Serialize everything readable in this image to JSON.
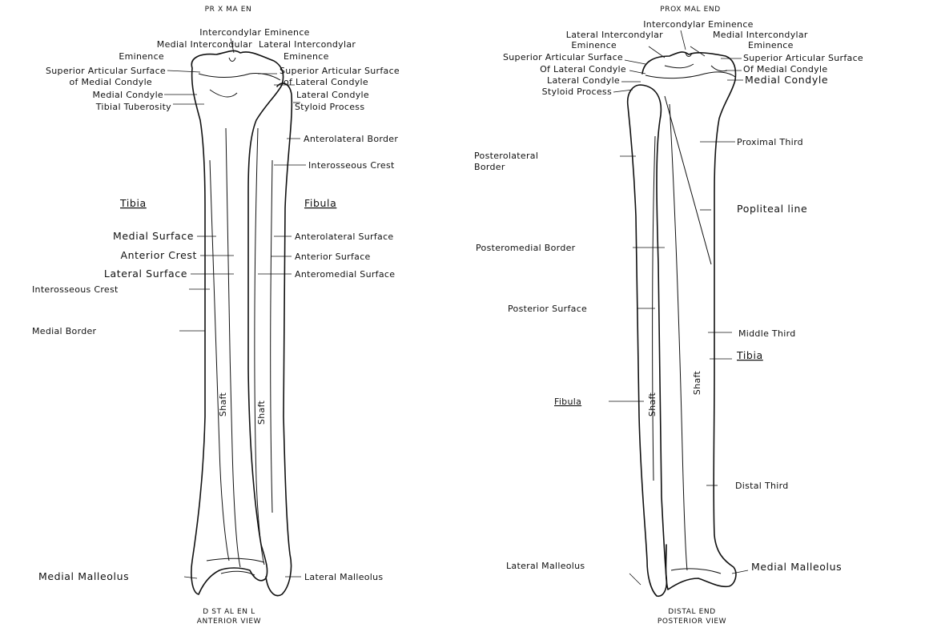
{
  "anterior": {
    "top_caption": "PR X MA  EN",
    "bottom_caption_1": "D ST AL EN L",
    "bottom_caption_2": "ANTERIOR VIEW",
    "labels": {
      "intercondylar_eminence": "Intercondylar Eminence",
      "medial_intercondylar": "Medial Intercondular",
      "medial_eminence": "Eminence",
      "lateral_intercondylar": "Lateral  Intercondylar",
      "lateral_eminence": "Eminence",
      "sup_art_surface": "Superior Articular Surface",
      "of_medial_condyle": "of Medial Condyle",
      "sup_art_lateral": "Superior Articular Surface",
      "of_lateral_condyle": "of Lateral Condyle",
      "medial_condyle": "Medial Condyle",
      "lateral_condyle": "Lateral Condyle",
      "tibial_tuberosity": "Tibial Tuberosity",
      "styloid_process": "Styloid Process",
      "anterolateral_border": "Anterolateral Border",
      "interosseous_crest_r": "Interosseous Crest",
      "tibia": "Tibia",
      "fibula": "Fibula",
      "medial_surface": "Medial Surface",
      "anterior_crest": "Anterior Crest",
      "lateral_surface": "Lateral Surface",
      "interosseous_crest_l": "Interosseous Crest",
      "medial_border": "Medial Border",
      "anterolateral_surface": "Anterolateral Surface",
      "anterior_surface": "Anterior Surface",
      "anteromedial_surface": "Anteromedial Surface",
      "shaft_tibia": "Shaft",
      "shaft_fibula": "Shaft",
      "medial_malleolus": "Medial Malleolus",
      "lateral_malleolus": "Lateral Malleolus"
    }
  },
  "posterior": {
    "top_caption": "PROX MAL END",
    "bottom_caption_1": "DISTAL END",
    "bottom_caption_2": "POSTERIOR VIEW",
    "labels": {
      "intercondylar_eminence": "Intercondylar Eminence",
      "lateral_intercondylar": "Lateral Intercondylar",
      "lateral_eminence": "Eminence",
      "medial_intercondylar": "Medial Intercondylar",
      "medial_eminence": "Eminence",
      "sup_art_lateral": "Superior Articular Surface",
      "of_lateral_condyle": "Of Lateral Condyle",
      "lateral_condyle": "Lateral Condyle",
      "styloid_process": "Styloid Process",
      "sup_art_medial": "Superior Articular Surface",
      "of_medial_condyle": "Of Medial Condyle",
      "medial_condyle": "Medial Condyle",
      "posterolateral_border_1": "Posterolateral",
      "posterolateral_border_2": "Border",
      "proximal_third": "Proximal Third",
      "popliteal_line": "Popliteal line",
      "posteromedial_border": "Posteromedial Border",
      "posterior_surface": "Posterior Surface",
      "middle_third": "Middle Third",
      "tibia": "Tibia",
      "fibula": "Fibula",
      "shaft_fibula": "Shaft",
      "shaft_tibia": "Shaft",
      "distal_third": "Distal Third",
      "lateral_malleolus": "Lateral Malleolus",
      "medial_malleolus": "Medial Malleolus"
    }
  }
}
